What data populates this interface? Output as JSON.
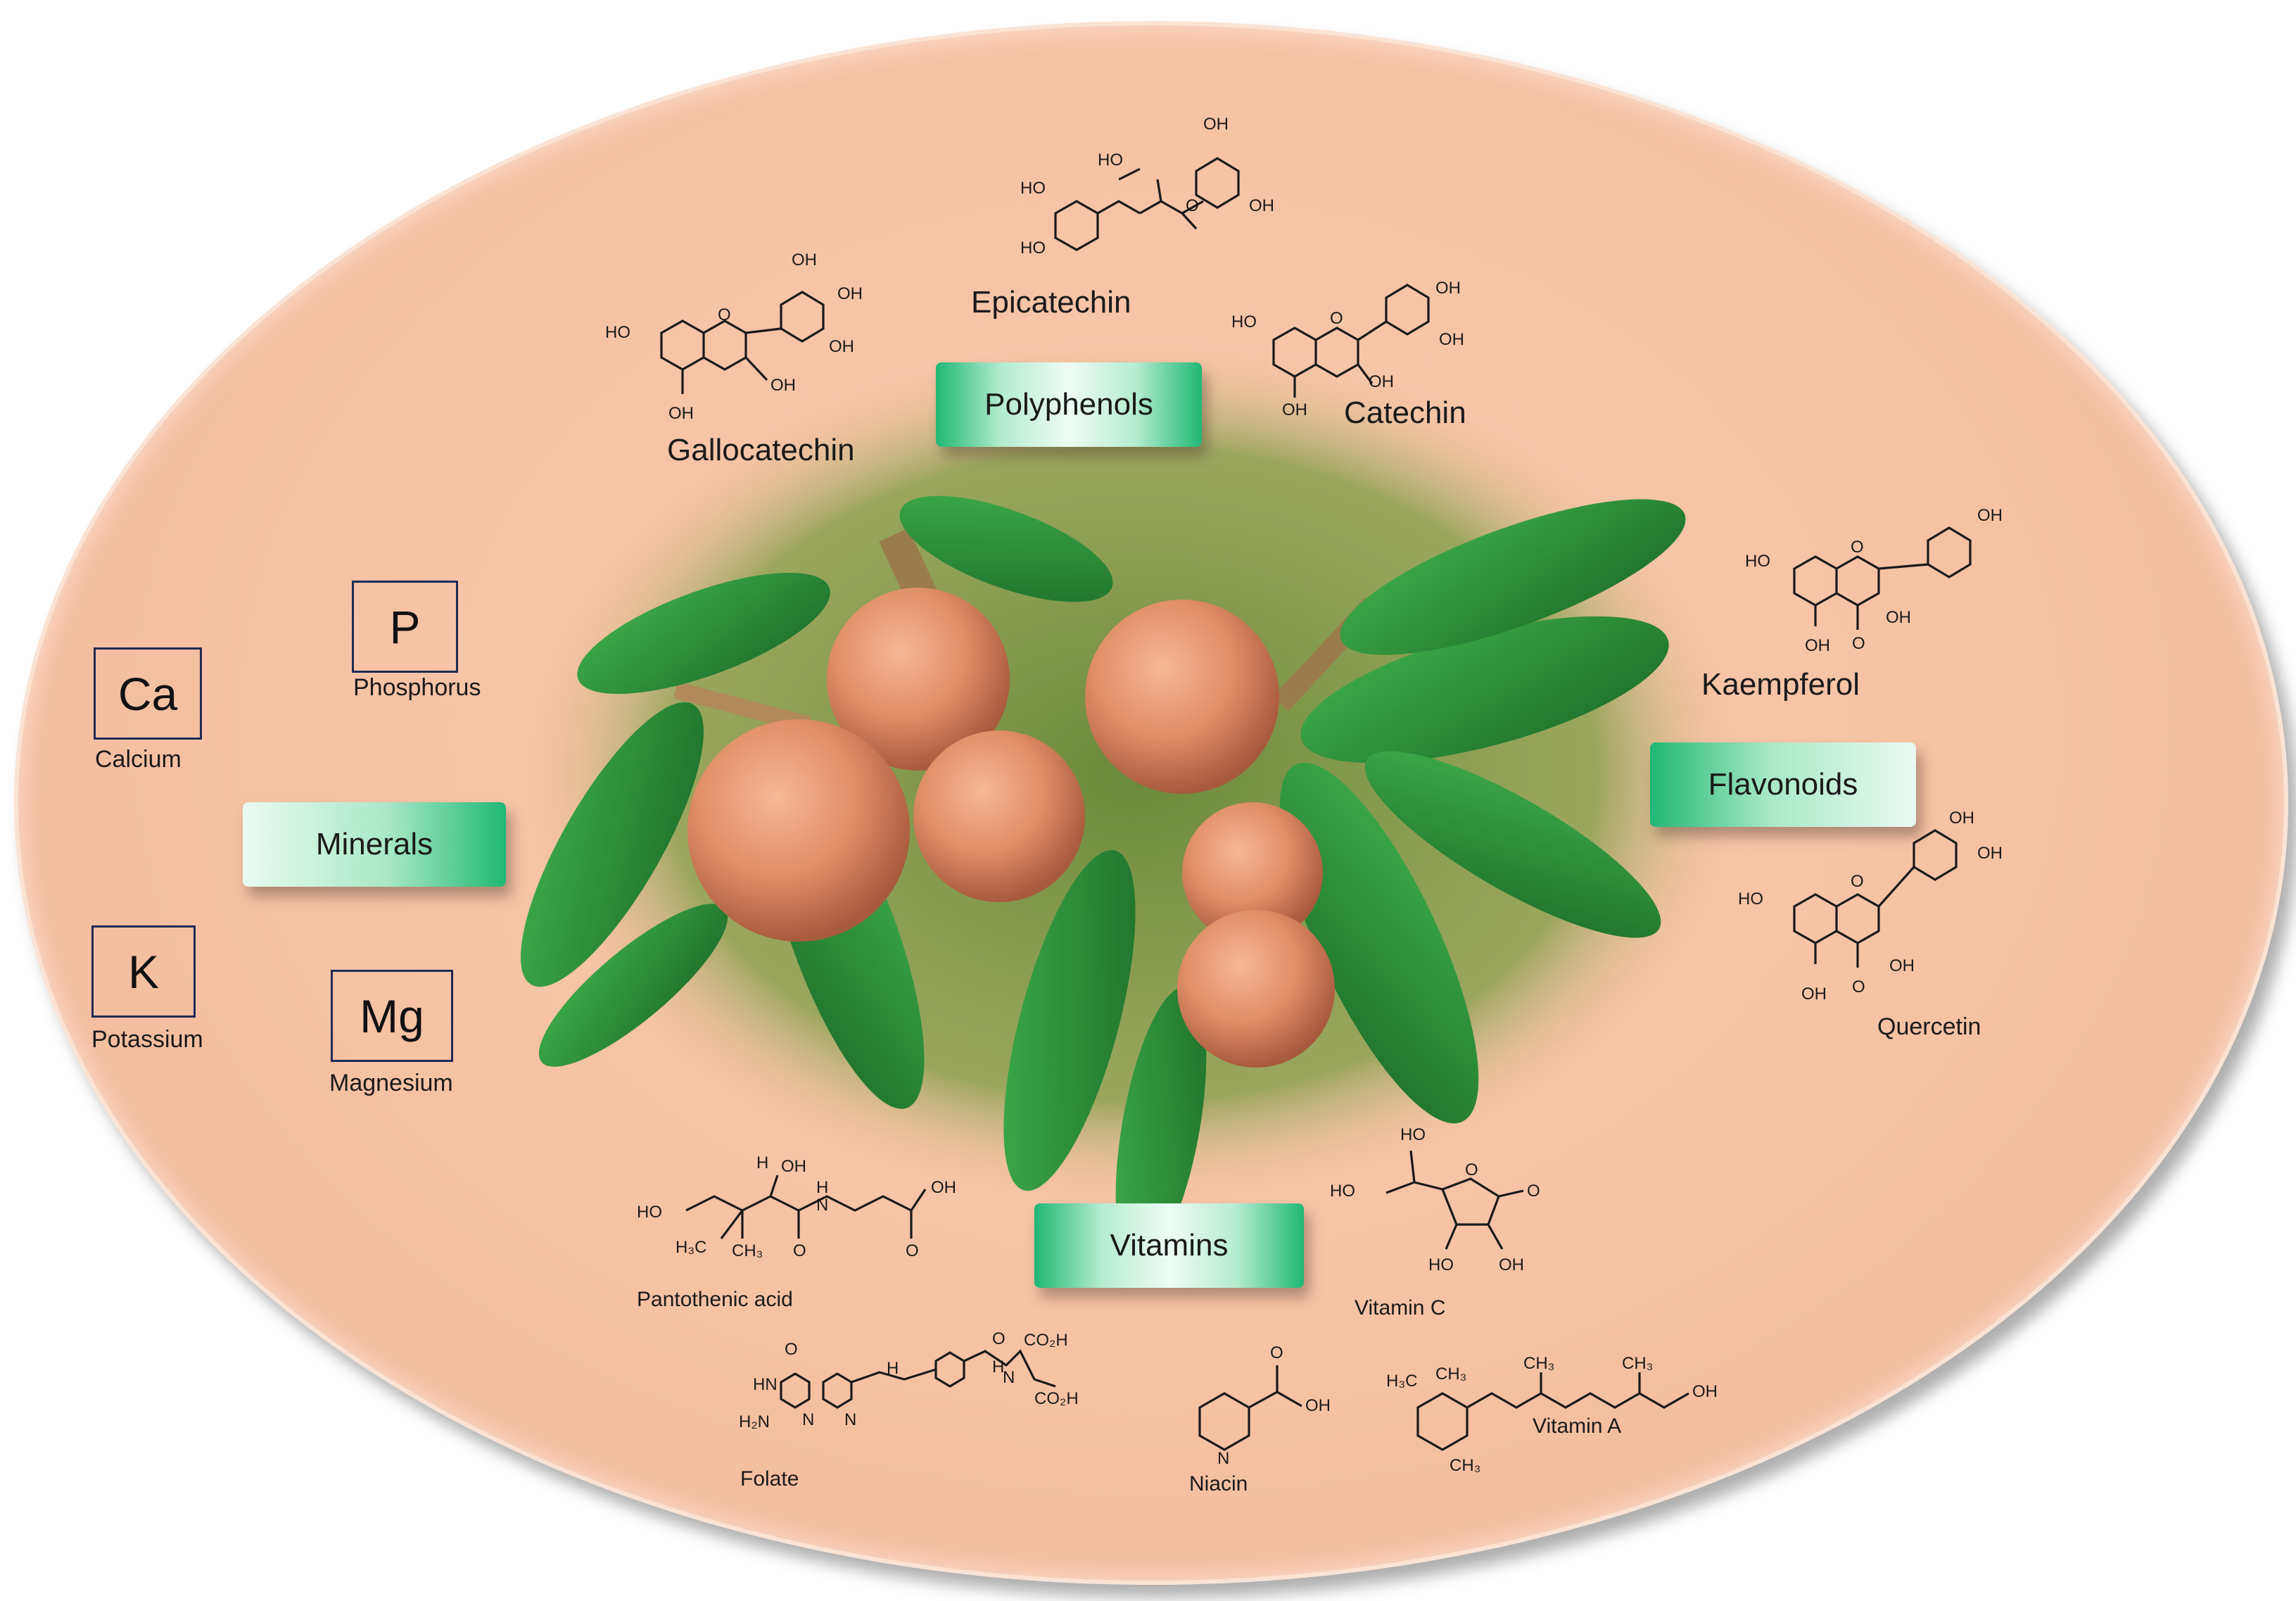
{
  "categories": {
    "polyphenols": "Polyphenols",
    "flavonoids": "Flavonoids",
    "minerals": "Minerals",
    "vitamins": "Vitamins"
  },
  "polyphenols": {
    "epicatechin": "Epicatechin",
    "gallocatechin": "Gallocatechin",
    "catechin": "Catechin"
  },
  "flavonoids": {
    "kaempferol": "Kaempferol",
    "quercetin": "Quercetin"
  },
  "minerals": [
    {
      "symbol": "Ca",
      "name": "Calcium"
    },
    {
      "symbol": "P",
      "name": "Phosphorus"
    },
    {
      "symbol": "K",
      "name": "Potassium"
    },
    {
      "symbol": "Mg",
      "name": "Magnesium"
    }
  ],
  "vitamins": {
    "pantothenic": "Pantothenic acid",
    "vitc": "Vitamin C",
    "folate": "Folate",
    "niacin": "Niacin",
    "vita": "Vitamin A"
  },
  "atoms": {
    "oh": "OH",
    "ho": "HO",
    "o": "O",
    "n": "N",
    "hn": "HN",
    "h": "H",
    "h2n": "H₂N",
    "h3c": "H₃C",
    "ch3": "CH₃",
    "co2h": "CO₂H",
    "nh": "N"
  },
  "colors": {
    "oval": "#f6c2a4",
    "badge_green": "#1fb874",
    "leaf": "#2e8b3a",
    "fruit": "#e0906a"
  }
}
